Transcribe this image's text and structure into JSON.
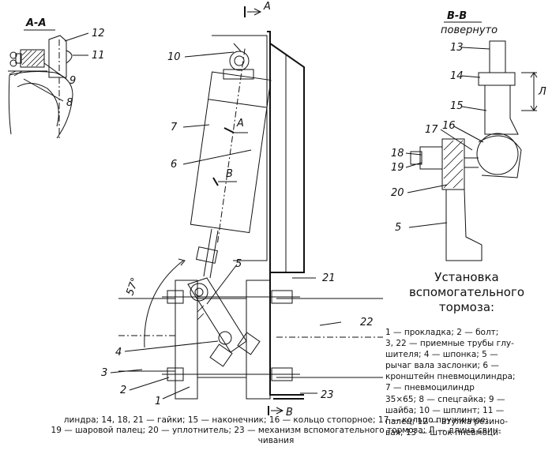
{
  "sections": {
    "aa": "А-А",
    "arrow_a": "А",
    "arrow_a_mid": "А",
    "arrow_b_mid": "В",
    "arrow_b_bottom": "В",
    "bb": "В-В",
    "bb_note": "повернуто"
  },
  "angle": "57°",
  "dim_l": "Л",
  "callouts": {
    "c1": "1",
    "c2": "2",
    "c3": "3",
    "c4": "4",
    "c5a": "5",
    "c5b": "5",
    "c6": "6",
    "c7": "7",
    "c8": "8",
    "c9": "9",
    "c10": "10",
    "c11": "11",
    "c12": "12",
    "c13": "13",
    "c14": "14",
    "c15": "15",
    "c16": "16",
    "c17": "17",
    "c18": "18",
    "c19": "19",
    "c20": "20",
    "c21": "21",
    "c22": "22",
    "c23": "23"
  },
  "title": {
    "line1": "Установка",
    "line2": "вспомогательного тормоза:"
  },
  "legend_top": [
    "1 — прокладка;        2 — болт;",
    "3, 22 — приемные трубы глу-",
    "шителя;  4 — шпонка;  5 —",
    "рычаг  вала  заслонки;  6 —",
    "кронштейн    пневмоцилиндра;",
    "7 — пневмоцилиндр",
    "35×65;   8 — спецгайка;   9 —",
    "шайба;   10 — шплинт;   11 —",
    "палец;   12 — втулка  резино-",
    "вая;   13 — шток   пневмоци-"
  ],
  "legend_bottom": [
    "линдра; 14, 18, 21 — гайки; 15 — наконечник; 16 — кольцо стопорное; 17 — кольцо пружинное;",
    "19 — шаровой палец; 20 — уплотнитель; 23 — механизм вспомогательного тормоза; Л — длина свин-",
    "чивания"
  ]
}
